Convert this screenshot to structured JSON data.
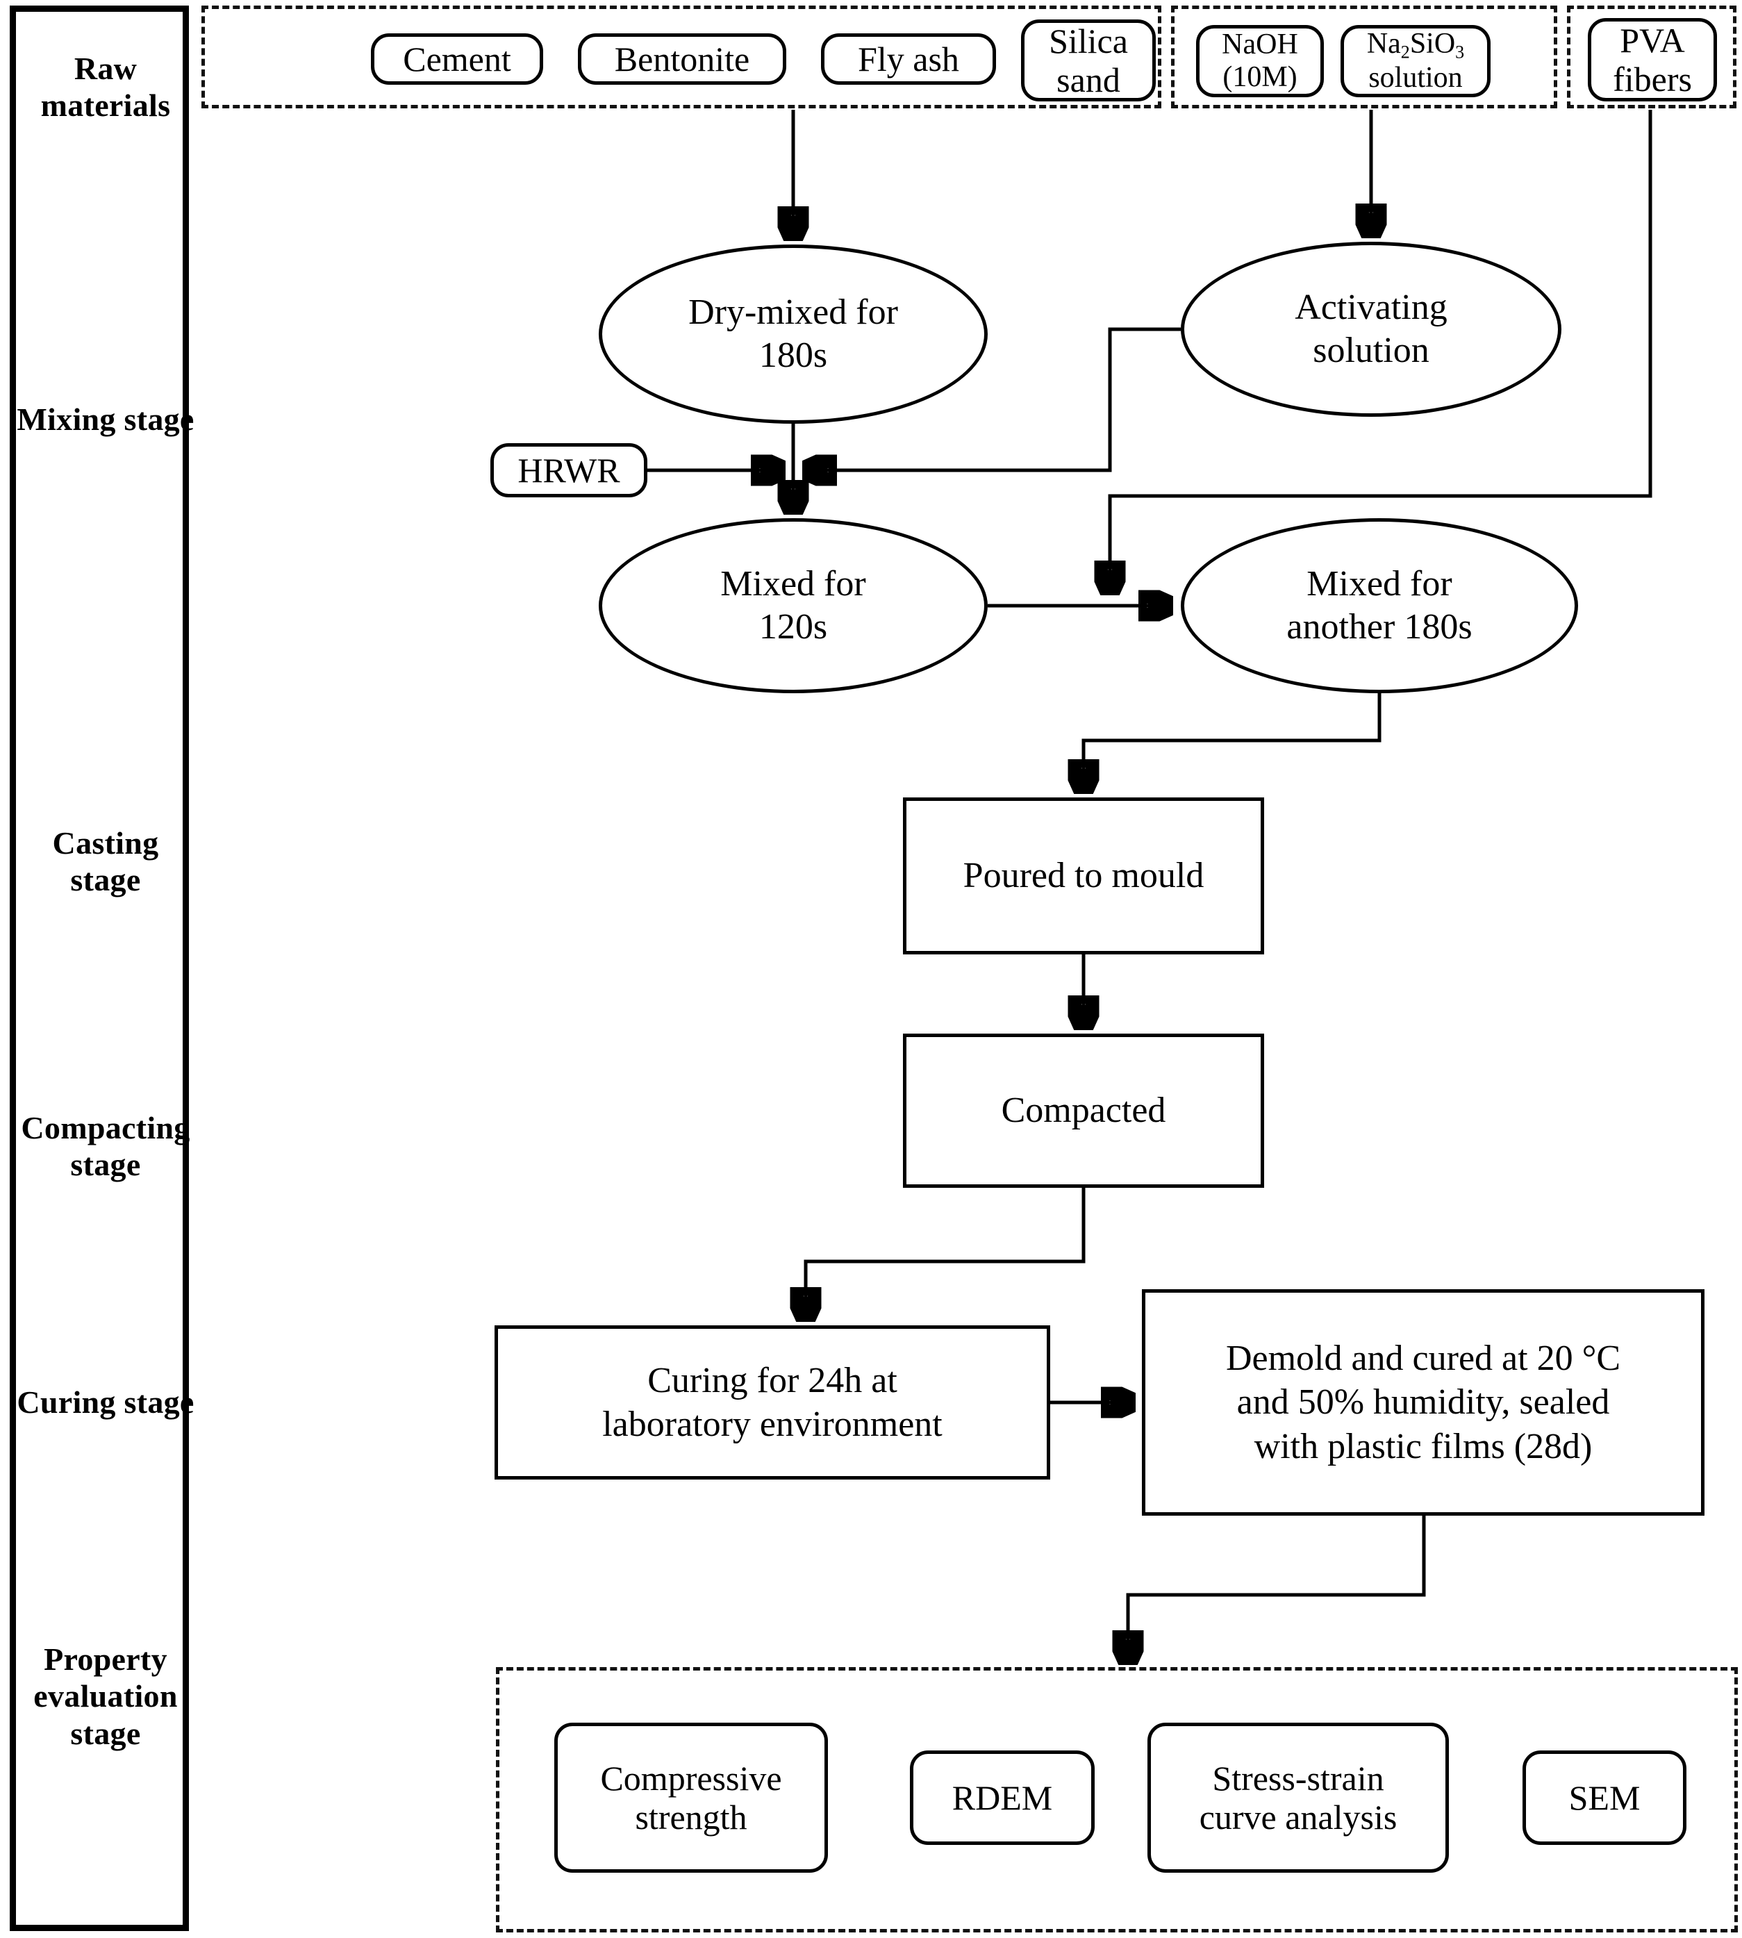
{
  "diagram": {
    "title": "Experimental flowchart of geopolymer/cement composite preparation and evaluation",
    "type": "process-flowchart"
  },
  "stages": [
    {
      "id": "raw-materials",
      "label": "Raw materials"
    },
    {
      "id": "mixing-stage",
      "label": "Mixing stage"
    },
    {
      "id": "casting-stage",
      "label": "Casting stage"
    },
    {
      "id": "compacting-stage",
      "label": "Compacting stage"
    },
    {
      "id": "curing-stage",
      "label": "Curing stage"
    },
    {
      "id": "property-evaluation",
      "label": "Property evaluation stage"
    }
  ],
  "raw_materials": {
    "solid_precursors": [
      {
        "id": "cement",
        "label": "Cement"
      },
      {
        "id": "bentonite",
        "label": "Bentonite"
      },
      {
        "id": "fly-ash",
        "label": "Fly ash"
      },
      {
        "id": "silica-sand",
        "label": "Silica sand",
        "line1": "Silica",
        "line2": "sand"
      }
    ],
    "activators": [
      {
        "id": "naoh",
        "label": "NaOH (10M)",
        "line1": "NaOH",
        "line2": "(10M)"
      },
      {
        "id": "na2sio3",
        "label": "Na2SiO3 solution",
        "line1_html": "Na<sub>2</sub>SiO<sub>3</sub>",
        "line2": "solution"
      }
    ],
    "fibers": [
      {
        "id": "pva-fibers",
        "label": "PVA fibers",
        "line1": "PVA",
        "line2": "fibers"
      }
    ]
  },
  "mixing": {
    "dry_mixed": {
      "id": "dry-mixed-180s",
      "line1": "Dry-mixed for",
      "line2": "180s"
    },
    "activating": {
      "id": "activating-solution",
      "line1": "Activating",
      "line2": "solution"
    },
    "hrwr": {
      "id": "hrwr",
      "label": "HRWR"
    },
    "mixed_120s": {
      "id": "mixed-120s",
      "line1": "Mixed for",
      "line2": "120s"
    },
    "mixed_another": {
      "id": "mixed-another-180s",
      "line1": "Mixed for",
      "line2": "another 180s"
    }
  },
  "casting": {
    "poured": {
      "id": "poured-to-mould",
      "label": "Poured to mould"
    }
  },
  "compacting": {
    "compacted": {
      "id": "compacted",
      "label": "Compacted"
    }
  },
  "curing": {
    "lab_curing": {
      "id": "curing-24h",
      "line1": "Curing for 24h at",
      "line2": "laboratory environment"
    },
    "demold": {
      "id": "demold-cured",
      "line1": "Demold and cured at 20 °C",
      "line2": "and 50% humidity, sealed",
      "line3": "with plastic films (28d)"
    }
  },
  "property_evaluation": [
    {
      "id": "compressive-strength",
      "label": "Compressive strength",
      "line1": "Compressive",
      "line2": "strength"
    },
    {
      "id": "rdem",
      "label": "RDEM"
    },
    {
      "id": "stress-strain",
      "label": "Stress-strain curve analysis",
      "line1": "Stress-strain",
      "line2": "curve analysis"
    },
    {
      "id": "sem",
      "label": "SEM"
    }
  ],
  "colors": {
    "line": "#000000",
    "background": "#ffffff",
    "dashed_border": "#111111"
  }
}
